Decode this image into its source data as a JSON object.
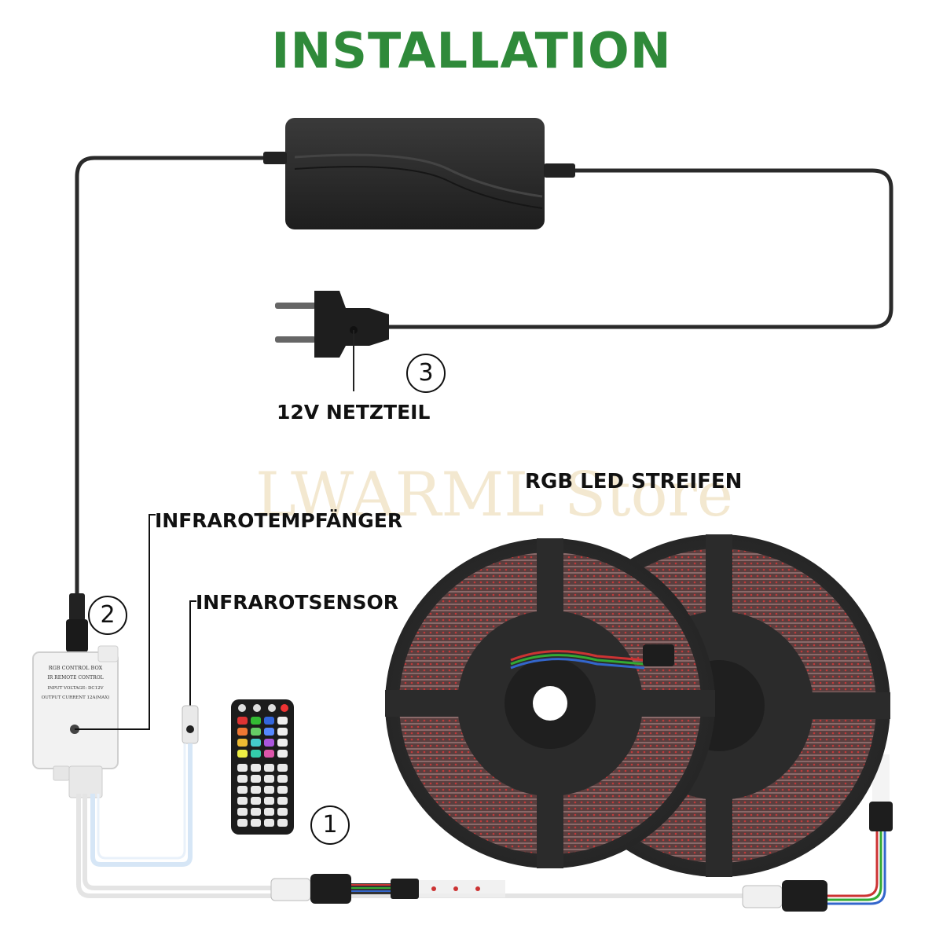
{
  "title": "INSTALLATION",
  "labels": {
    "power_supply": "12V NETZTEIL",
    "ir_receiver": "INFRAROTEMPFÄNGER",
    "ir_sensor": "INFRAROTSENSOR",
    "led_strip": "RGB LED STREIFEN"
  },
  "steps": {
    "step1": "1",
    "step2": "2",
    "step3": "3"
  },
  "control_box_text": {
    "line1": "RGB CONTROL BOX",
    "line2": "IR REMOTE CONTROL",
    "line3": "INPUT VOLTAGE: DC12V",
    "line4": "OUTPUT CURRENT 12A(MAX)"
  },
  "watermark": "LWARML Store",
  "colors": {
    "title": "#2f8a3a",
    "cable": "#2a2a2a",
    "adapter": "#2b2b2b",
    "reel": "#2e2e2e",
    "strip": "#6b4a4a"
  }
}
